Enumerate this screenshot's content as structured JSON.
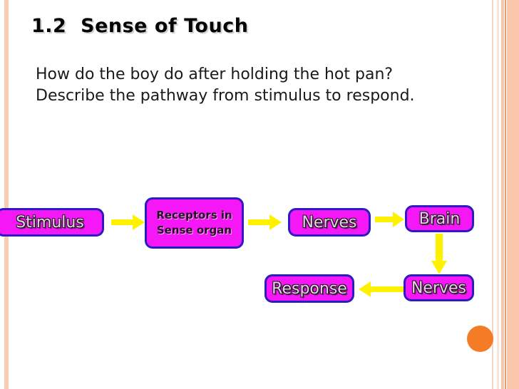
{
  "slide": {
    "title": "1.2  Sense of Touch",
    "question_lines": [
      "How do the boy do after holding the hot pan?",
      "Describe the pathway from stimulus to respond."
    ],
    "background_color": "#FFFFFF",
    "accent_stripe_color": "#F8CDB5",
    "accent_dot_color": "#F47C27"
  },
  "diagram": {
    "type": "flowchart",
    "node_fill_color": "#F617F6",
    "node_border_color": "#2B1BC4",
    "arrow_color": "#FFF200",
    "nodes": [
      {
        "id": "stimulus",
        "label": "Stimulus"
      },
      {
        "id": "receptors",
        "label": "Receptors in\nSense organ"
      },
      {
        "id": "nerves1",
        "label": "Nerves"
      },
      {
        "id": "brain",
        "label": "Brain"
      },
      {
        "id": "nerves2",
        "label": "Nerves"
      },
      {
        "id": "response",
        "label": "Response"
      }
    ],
    "edges": [
      {
        "from": "stimulus",
        "to": "receptors",
        "direction": "right"
      },
      {
        "from": "receptors",
        "to": "nerves1",
        "direction": "right"
      },
      {
        "from": "nerves1",
        "to": "brain",
        "direction": "right"
      },
      {
        "from": "brain",
        "to": "nerves2",
        "direction": "down"
      },
      {
        "from": "nerves2",
        "to": "response",
        "direction": "left"
      }
    ]
  }
}
